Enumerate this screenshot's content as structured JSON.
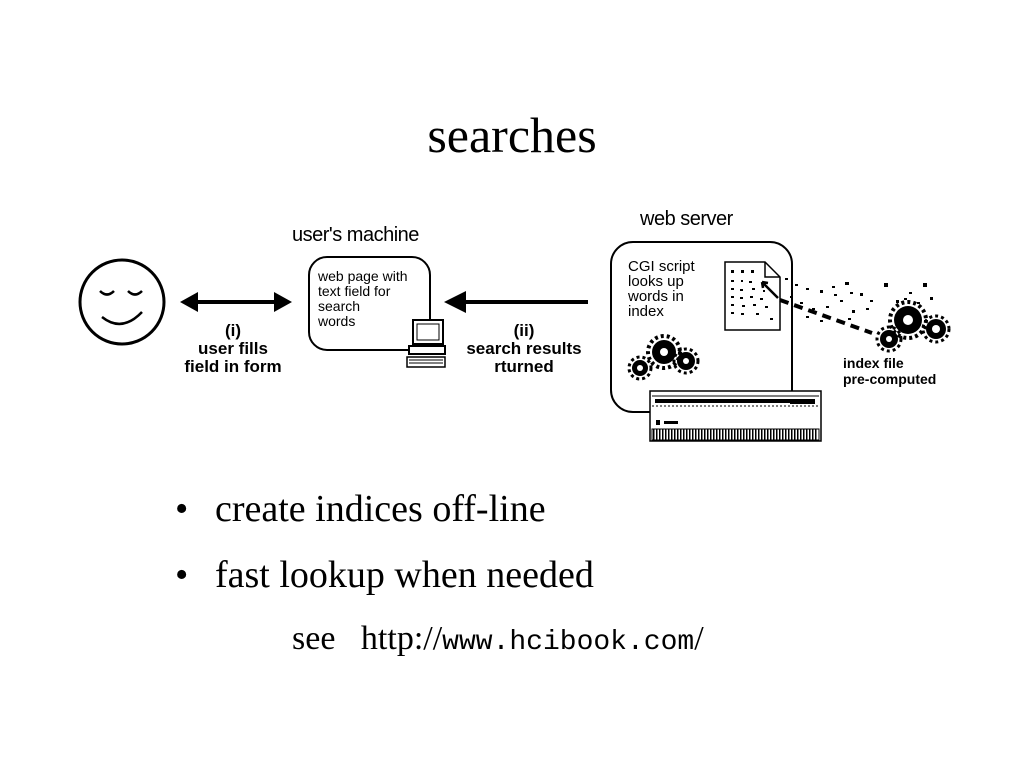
{
  "slide": {
    "title": "searches"
  },
  "diagram": {
    "users_machine_label": "user's machine",
    "web_server_label": "web server",
    "web_page_text": [
      "web page with",
      "text field for",
      "search",
      "words"
    ],
    "cgi_text": [
      "CGI script",
      "looks up",
      "words in",
      "index"
    ],
    "step_i": {
      "num": "(i)",
      "line1": "user fills",
      "line2": "field in form"
    },
    "step_ii": {
      "num": "(ii)",
      "line1": "search results",
      "line2": "rturned"
    },
    "index_file_text": [
      "index file",
      "pre-computed"
    ]
  },
  "bullets": [
    "create indices off-line",
    "fast lookup when needed"
  ],
  "reference": {
    "see": "see",
    "prefix": "http://",
    "domain": "www.hcibook.com",
    "suffix": "/"
  }
}
